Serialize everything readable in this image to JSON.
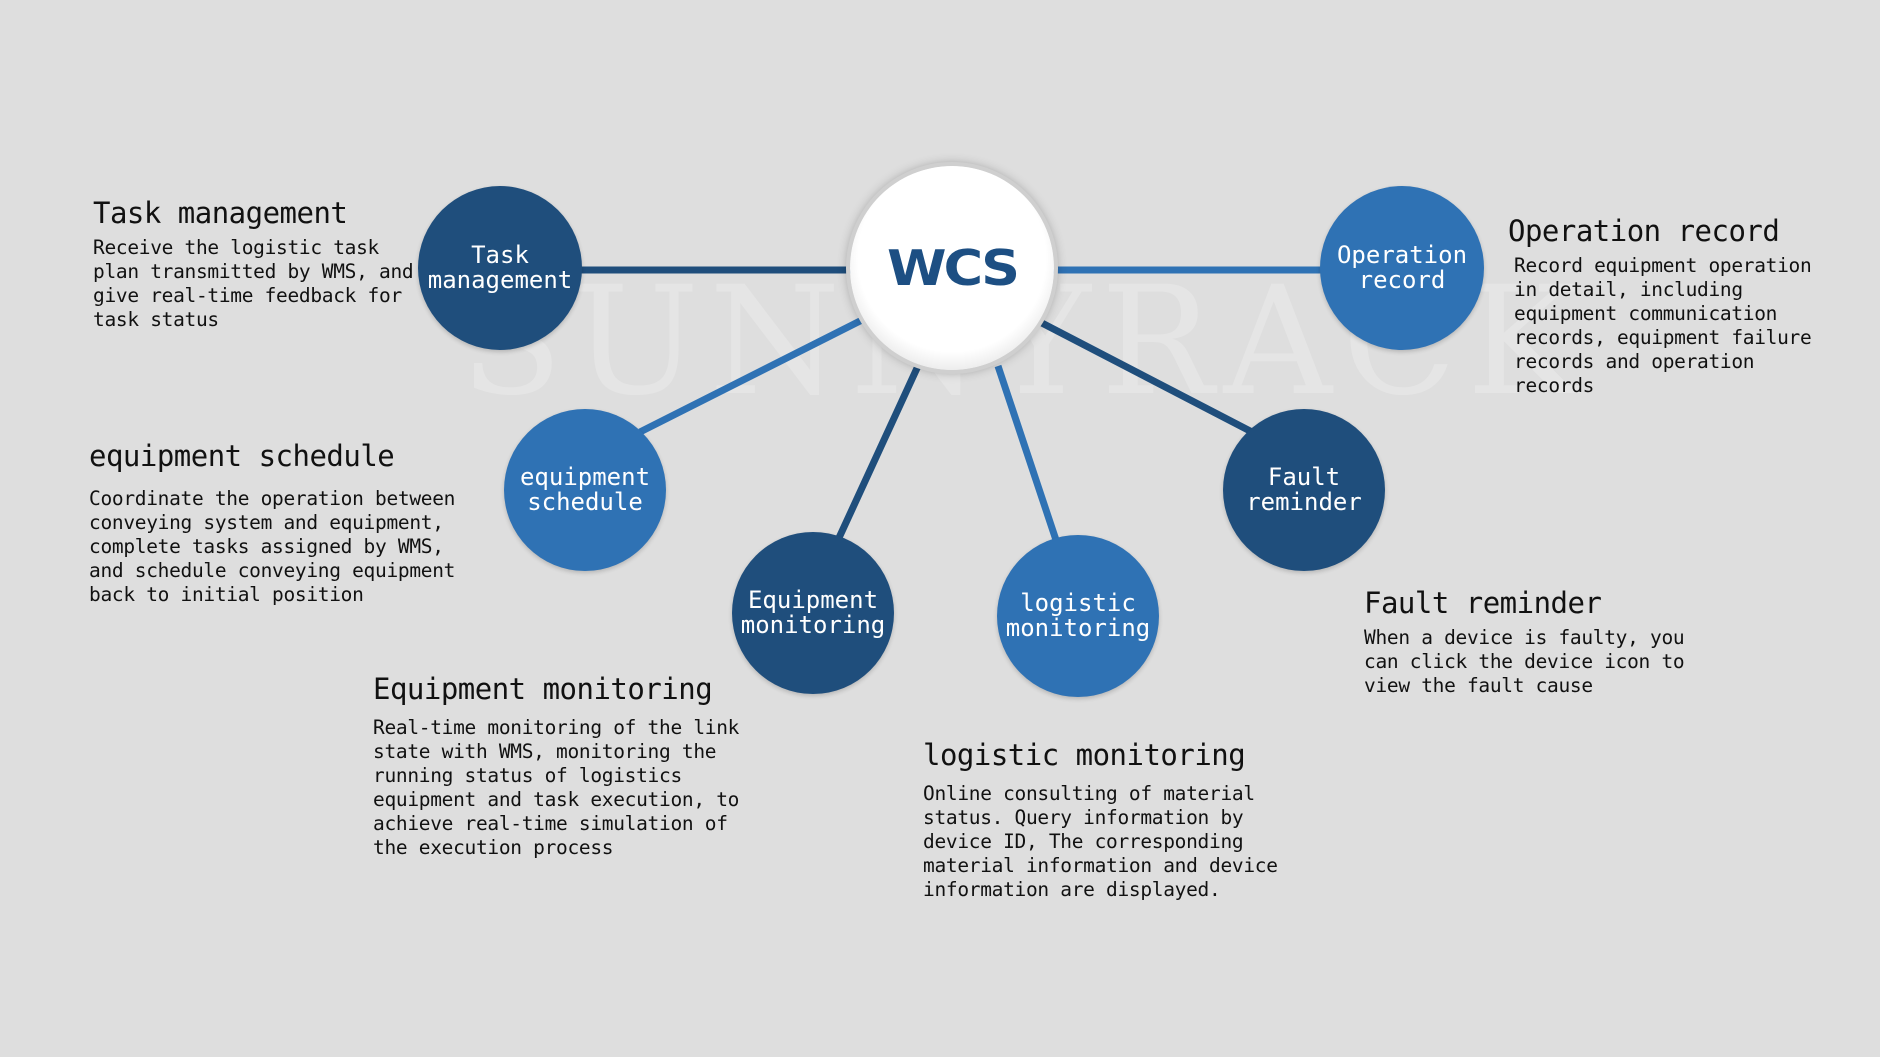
{
  "hub": {
    "label": "WCS"
  },
  "watermark": "SUNNYRACK",
  "nodes": {
    "task_management": "Task\nmanagement",
    "equipment_schedule": "equipment\nschedule",
    "equipment_monitoring": "Equipment\nmonitoring",
    "logistic_monitoring": "logistic\nmonitoring",
    "fault_reminder": "Fault\nreminder",
    "operation_record": "Operation\nrecord"
  },
  "descriptions": {
    "task_management": {
      "title": "Task management",
      "text": "Receive the logistic task\nplan transmitted by WMS, and\ngive real-time feedback for\ntask status"
    },
    "equipment_schedule": {
      "title": "equipment schedule",
      "text": "Coordinate the operation between\nconveying system and equipment,\ncomplete tasks assigned by WMS,\nand schedule conveying equipment\nback to initial position"
    },
    "equipment_monitoring": {
      "title": "Equipment monitoring",
      "text": "Real-time monitoring of the link\nstate with WMS, monitoring the\nrunning status of logistics\nequipment and task execution, to\nachieve real-time simulation of\nthe execution process"
    },
    "logistic_monitoring": {
      "title": "logistic monitoring",
      "text": "Online consulting of material\nstatus. Query information by\ndevice ID, The corresponding\nmaterial information and device\ninformation are displayed."
    },
    "fault_reminder": {
      "title": "Fault reminder",
      "text": "When a device is faulty, you\ncan click the device icon to\nview the fault cause"
    },
    "operation_record": {
      "title": "Operation record",
      "text": "Record equipment operation\nin detail, including\nequipment communication\nrecords, equipment failure\nrecords and operation\nrecords"
    }
  },
  "colors": {
    "dark_blue": "#1f4e7c",
    "mid_blue": "#2f72b4",
    "background": "#dedede"
  }
}
